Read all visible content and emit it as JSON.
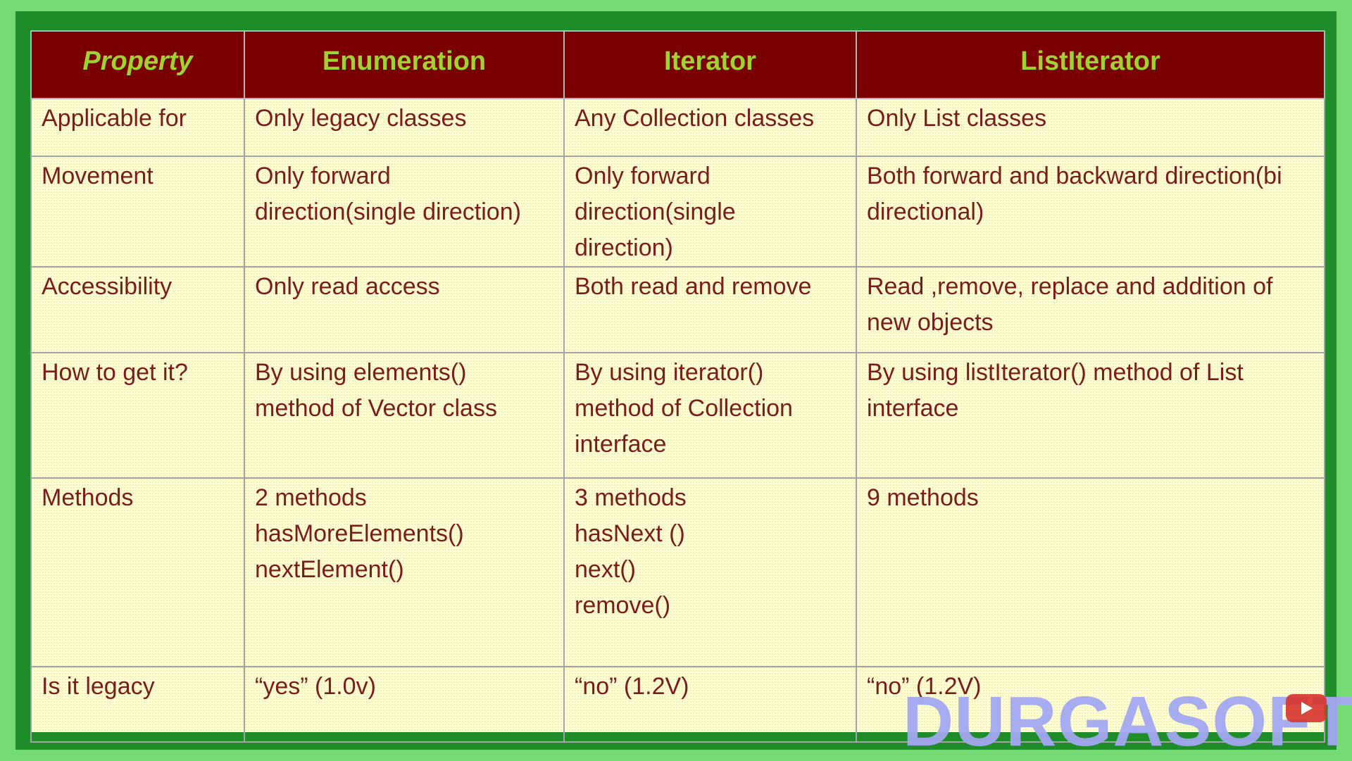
{
  "table": {
    "headers": [
      "Property",
      "Enumeration",
      "Iterator",
      "ListIterator"
    ],
    "rows": [
      {
        "property": "Applicable for",
        "enumeration": "Only legacy classes",
        "iterator": "Any Collection classes",
        "listiterator": "Only List classes"
      },
      {
        "property": "Movement",
        "enumeration": "Only forward\ndirection(single direction)",
        "iterator": "Only forward\ndirection(single\ndirection)",
        "listiterator": "Both forward and backward direction(bi\ndirectional)"
      },
      {
        "property": "Accessibility",
        "enumeration": "Only read access",
        "iterator": "Both read and remove",
        "listiterator": "Read ,remove, replace and addition of\nnew objects"
      },
      {
        "property": "How to get it?",
        "enumeration": "By using elements()\nmethod of Vector class",
        "iterator": "By using iterator()\nmethod of Collection\ninterface",
        "listiterator": "By using listIterator() method of List\ninterface"
      },
      {
        "property": "Methods",
        "enumeration": "2 methods\nhasMoreElements()\nnextElement()",
        "iterator": "3 methods\nhasNext ()\nnext()\nremove()",
        "listiterator": "9 methods"
      },
      {
        "property": "Is it legacy",
        "enumeration": "“yes” (1.0v)",
        "iterator": "“no” (1.2V)",
        "listiterator": "“no” (1.2V)"
      }
    ]
  },
  "watermark": "DURGASOFT",
  "colors": {
    "outer_background": "#75dc75",
    "frame": "#1f8c2a",
    "header_background": "#7a0000",
    "header_text": "#9ed431",
    "cell_background": "#ffffd2",
    "cell_text": "#7a1c1c",
    "watermark": "#a3a8f2"
  },
  "icons": {
    "channel_badge": "youtube-play-icon"
  }
}
